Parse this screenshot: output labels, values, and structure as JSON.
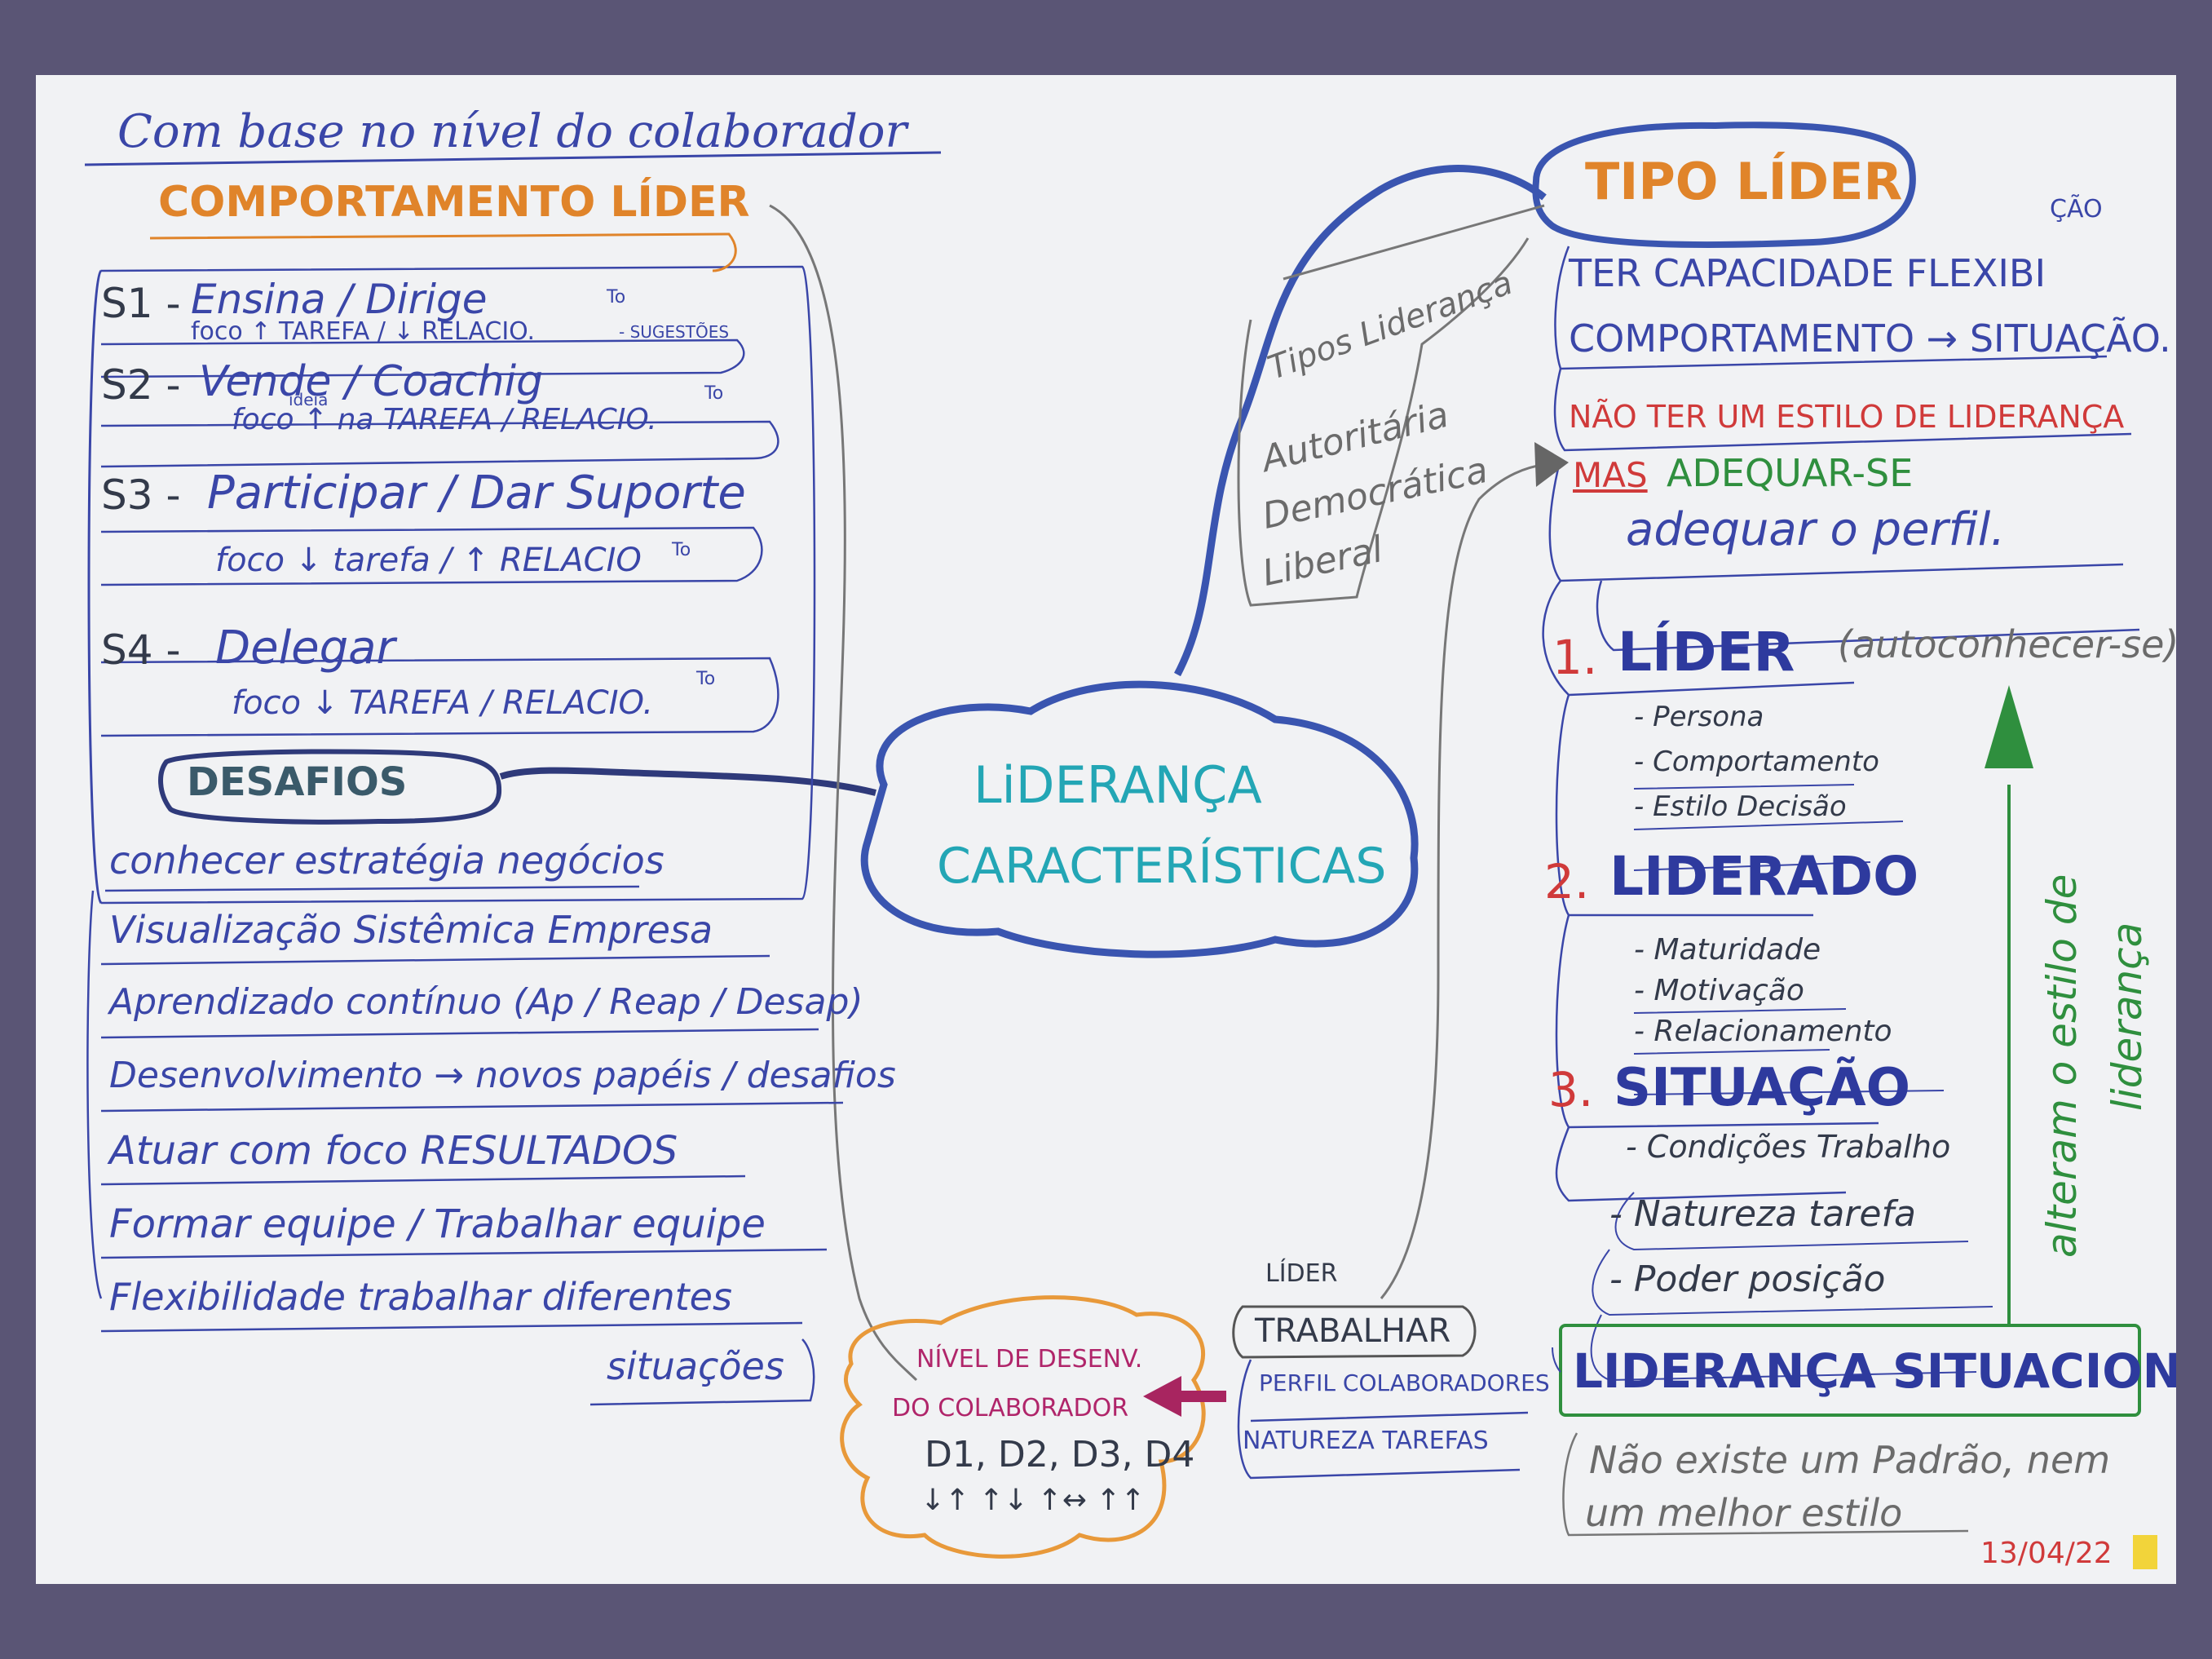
{
  "colors": {
    "paper": "#f1f2f4",
    "frame": "#5a5575",
    "blue": "#3a46a8",
    "orange": "#e0842a",
    "teal": "#23a6b5",
    "red": "#d03a3a",
    "green": "#2f8f3e",
    "gray": "#6b6b6b"
  },
  "center": {
    "line1": "LiDERANÇA",
    "line2": "CARACTERÍSTICAS"
  },
  "left": {
    "top_note": "Com base no nível do colaborador",
    "behavior_title": "COMPORTAMENTO LÍDER",
    "styles": [
      {
        "code": "S1 -",
        "main": "Ensina / Dirige",
        "sub": "foco ↑ TAREFA / ↓ RELACIO.",
        "sup": "To"
      },
      {
        "code": "S2 -",
        "main": "Vende / Coachig",
        "sub": "foco ↑ na TAREFA / RELACIO.",
        "sup": "To",
        "small": "ideia",
        "note": "- SUGESTÕES"
      },
      {
        "code": "S3 -",
        "main": "Participar / Dar Suporte",
        "sub": "foco ↓ tarefa / ↑ RELACIO",
        "sup": "To"
      },
      {
        "code": "S4 -",
        "main": "Delegar",
        "sub": "foco ↓ TAREFA / RELACIO.",
        "sup": "To"
      }
    ],
    "challenges_title": "DESAFIOS",
    "challenges": [
      "conhecer estratégia negócios",
      "Visualização Sistêmica Empresa",
      "Aprendizado contínuo (Ap / Reap / Desap)",
      "Desenvolvimento → novos papéis / desafios",
      "Atuar com foco RESULTADOS",
      "Formar equipe / Trabalhar equipe",
      "Flexibilidade trabalhar diferentes",
      "situações"
    ]
  },
  "bottom": {
    "dev_level_line1": "NÍVEL DE DESENV.",
    "dev_level_line2": "DO COLABORADOR",
    "levels": "D1, D2, D3, D4",
    "arrows": "↓↑   ↑↓   ↑↔   ↑↑",
    "leader_label": "LÍDER",
    "work_label": "TRABALHAR",
    "work_items": [
      "PERFIL COLABORADORES",
      "NATUREZA TAREFAS"
    ],
    "date": "13/04/22"
  },
  "right": {
    "type_title": "TIPO LÍDER",
    "types_branch": [
      "Tipos Liderança",
      "Autoritária",
      "Democrática",
      "Liberal"
    ],
    "flex_line1": "TER CAPACIDADE FLEXIBI",
    "flex_sup": "ÇÃO",
    "flex_line2": "COMPORTAMENTO → SITUAÇÃO.",
    "not_one_style": "NÃO TER UM ESTILO DE LIDERANÇA",
    "but": "MAS",
    "adapt": "ADEQUAR-SE",
    "adapt_profile": "adequar o perfil.",
    "factors": [
      {
        "num": "1.",
        "title": "LÍDER",
        "note": "(autoconhecer-se)",
        "items": [
          "- Persona",
          "- Comportamento",
          "- Estilo Decisão"
        ]
      },
      {
        "num": "2.",
        "title": "LIDERADO",
        "items": [
          "- Maturidade",
          "- Motivação",
          "- Relacionamento"
        ]
      },
      {
        "num": "3.",
        "title": "SITUAÇÃO",
        "items": [
          "- Condições Trabalho",
          "- Natureza tarefa",
          "- Poder posição"
        ]
      }
    ],
    "vertical_note_line1": "alteram o estilo de",
    "vertical_note_line2": "liderança",
    "situational_title": "LIDERANÇA SITUACIONAL",
    "situational_note_line1": "Não existe um Padrão, nem",
    "situational_note_line2": "um melhor estilo"
  }
}
